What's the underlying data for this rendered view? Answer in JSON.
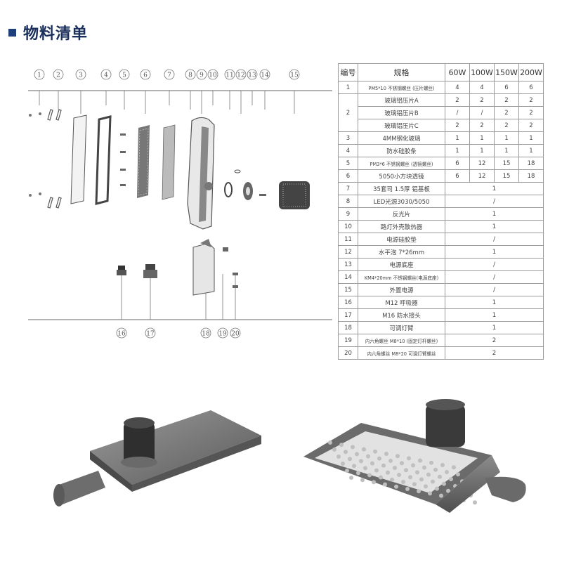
{
  "header": {
    "title": "物料清单"
  },
  "diagram": {
    "top_labels": [
      "1",
      "2",
      "3",
      "4",
      "5",
      "6",
      "7",
      "8",
      "9",
      "10",
      "11",
      "12",
      "13",
      "14",
      "15"
    ],
    "bottom_labels": [
      "16",
      "17",
      "18",
      "19",
      "20"
    ]
  },
  "table": {
    "headers": [
      "编号",
      "规格",
      "60W",
      "100W",
      "150W",
      "200W"
    ],
    "rows": [
      {
        "no": "1",
        "spec": "PM5*10 不锈钢螺丝 (压片螺丝)",
        "v": [
          "4",
          "4",
          "6",
          "6"
        ],
        "small": true
      },
      {
        "no": "2",
        "spec": "玻璃铝压片A",
        "v": [
          "2",
          "2",
          "2",
          "2"
        ]
      },
      {
        "spec": "玻璃铝压片B",
        "v": [
          "/",
          "/",
          "2",
          "2"
        ]
      },
      {
        "spec": "玻璃铝压片C",
        "v": [
          "2",
          "2",
          "2",
          "2"
        ]
      },
      {
        "no": "3",
        "spec": "4MM钢化玻璃",
        "v": [
          "1",
          "1",
          "1",
          "1"
        ]
      },
      {
        "no": "4",
        "spec": "防水硅胶条",
        "v": [
          "1",
          "1",
          "1",
          "1"
        ]
      },
      {
        "no": "5",
        "spec": "PM3*6 不锈钢螺丝 (透镜螺丝)",
        "v": [
          "6",
          "12",
          "15",
          "18"
        ],
        "small": true
      },
      {
        "no": "6",
        "spec": "5050小方块透镜",
        "v": [
          "6",
          "12",
          "15",
          "18"
        ]
      },
      {
        "no": "7",
        "spec": "35套司 1.5厚 铝基板",
        "all": "1"
      },
      {
        "no": "8",
        "spec": "LED光源3030/5050",
        "all": "/"
      },
      {
        "no": "9",
        "spec": "反光片",
        "all": "1"
      },
      {
        "no": "10",
        "spec": "路灯外壳散热器",
        "all": "1"
      },
      {
        "no": "11",
        "spec": "电源硅胶垫",
        "all": "/"
      },
      {
        "no": "12",
        "spec": "水平泡 7*26mm",
        "all": "1"
      },
      {
        "no": "13",
        "spec": "电源底座",
        "all": "/"
      },
      {
        "no": "14",
        "spec": "KM4*20mm 不锈钢螺丝(电源底座)",
        "all": "/",
        "small": true
      },
      {
        "no": "15",
        "spec": "外置电源",
        "all": "/"
      },
      {
        "no": "16",
        "spec": "M12 呼吸器",
        "all": "1"
      },
      {
        "no": "17",
        "spec": "M16 防水接头",
        "all": "1"
      },
      {
        "no": "18",
        "spec": "可调灯臂",
        "all": "1"
      },
      {
        "no": "19",
        "spec": "内六角螺丝 M8*10 (固定灯杆螺丝)",
        "all": "2",
        "small": true
      },
      {
        "no": "20",
        "spec": "内六角螺丝 M8*20 可调灯臂螺丝",
        "all": "2",
        "small": true
      }
    ]
  }
}
